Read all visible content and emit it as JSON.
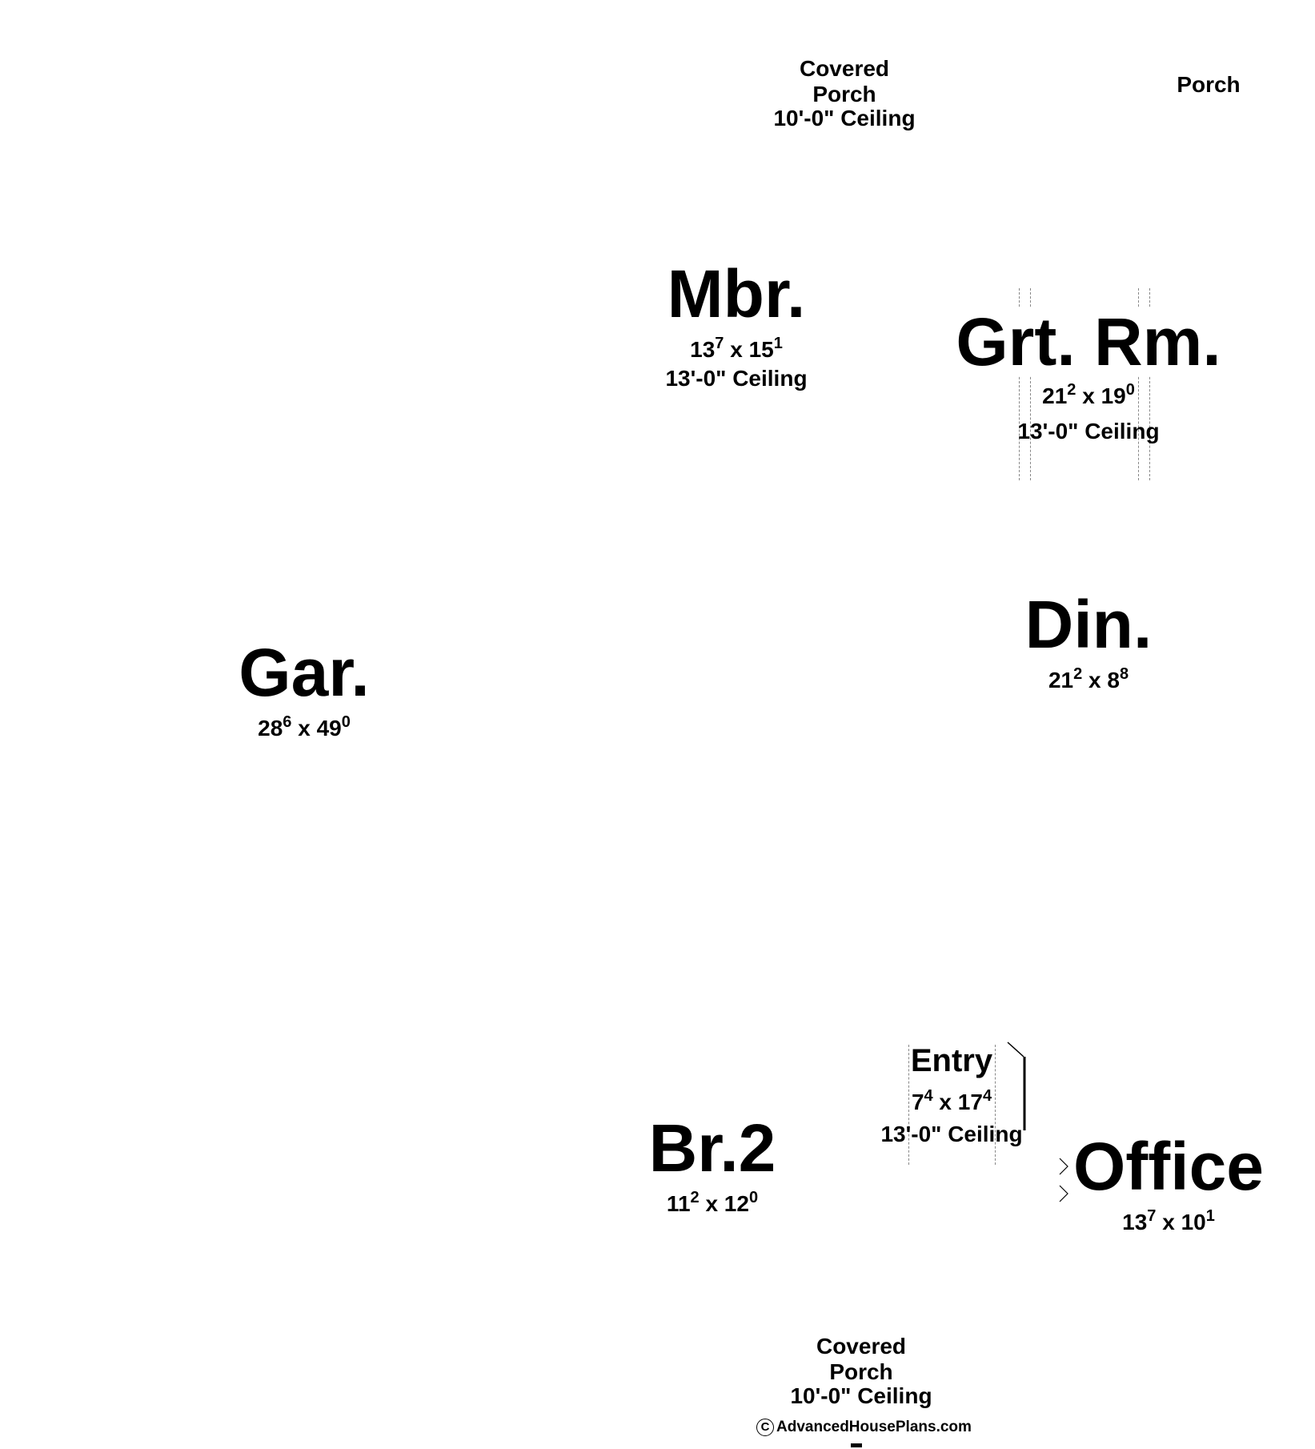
{
  "rooms": {
    "covered_porch_top": {
      "line1": "Covered",
      "line2": "Porch",
      "ceiling": "10'-0\" Ceiling"
    },
    "porch": {
      "name": "Porch"
    },
    "mbr": {
      "name": "Mbr.",
      "w": "13",
      "w_in": "7",
      "x": "x",
      "l": "15",
      "l_in": "1",
      "ceiling": "13'-0\" Ceiling"
    },
    "grt_rm": {
      "name": "Grt. Rm.",
      "w": "21",
      "w_in": "2",
      "x": "x",
      "l": "19",
      "l_in": "0",
      "ceiling": "13'-0\" Ceiling"
    },
    "din": {
      "name": "Din.",
      "w": "21",
      "w_in": "2",
      "x": "x",
      "l": "8",
      "l_in": "8"
    },
    "gar": {
      "name": "Gar.",
      "w": "28",
      "w_in": "6",
      "x": "x",
      "l": "49",
      "l_in": "0"
    },
    "entry": {
      "name": "Entry",
      "w": "7",
      "w_in": "4",
      "x": "x",
      "l": "17",
      "l_in": "4",
      "ceiling": "13'-0\" Ceiling"
    },
    "br2": {
      "name": "Br.2",
      "w": "11",
      "w_in": "2",
      "x": "x",
      "l": "12",
      "l_in": "0"
    },
    "office": {
      "name": "Office",
      "w": "13",
      "w_in": "7",
      "x": "x",
      "l": "10",
      "l_in": "1"
    },
    "covered_porch_bottom": {
      "line1": "Covered",
      "line2": "Porch",
      "ceiling": "10'-0\" Ceiling"
    }
  },
  "copyright": {
    "symbol": "C",
    "text": "AdvancedHousePlans.com"
  }
}
